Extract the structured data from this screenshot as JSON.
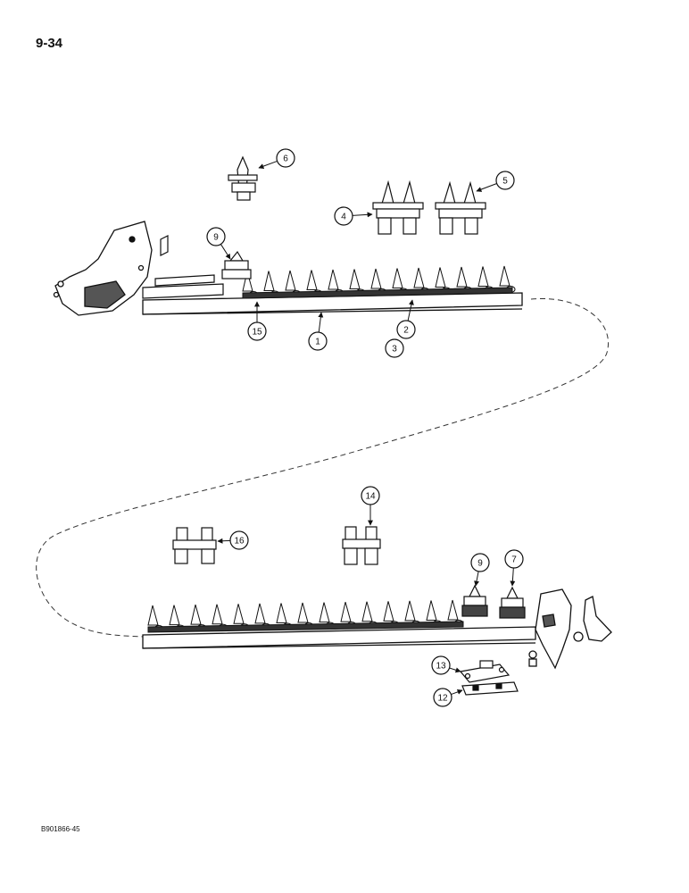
{
  "page": {
    "page_number": "9-34",
    "reference_code": "B901866-45"
  },
  "callouts": [
    {
      "id": "callout-6",
      "label": "6"
    },
    {
      "id": "callout-5",
      "label": "5"
    },
    {
      "id": "callout-4",
      "label": "4"
    },
    {
      "id": "callout-9-upper",
      "label": "9"
    },
    {
      "id": "callout-15",
      "label": "15"
    },
    {
      "id": "callout-1",
      "label": "1"
    },
    {
      "id": "callout-2",
      "label": "2"
    },
    {
      "id": "callout-3",
      "label": "3"
    },
    {
      "id": "callout-14",
      "label": "14"
    },
    {
      "id": "callout-16",
      "label": "16"
    },
    {
      "id": "callout-9-lower",
      "label": "9"
    },
    {
      "id": "callout-7",
      "label": "7"
    },
    {
      "id": "callout-13",
      "label": "13"
    },
    {
      "id": "callout-12",
      "label": "12"
    }
  ]
}
